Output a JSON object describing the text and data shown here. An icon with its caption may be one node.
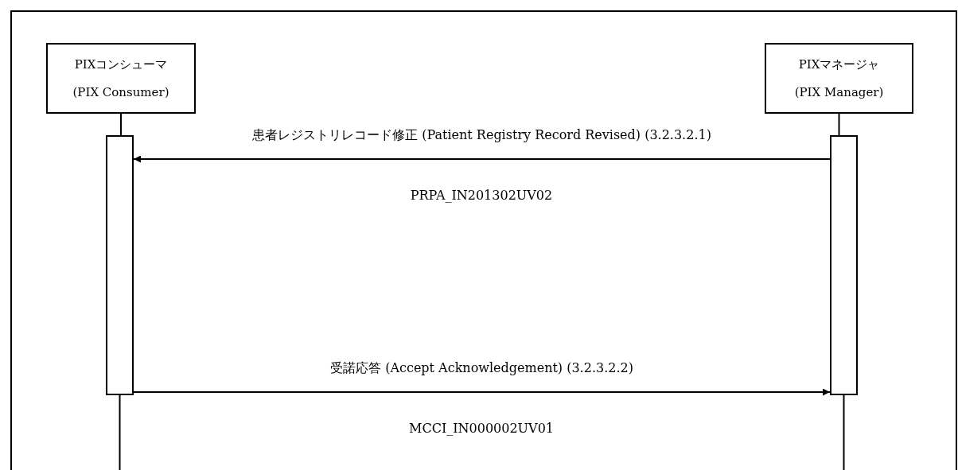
{
  "diagram": {
    "nodes": [
      {
        "text": [
          "PIXコンシューマ",
          "(PIX Consumer)"
        ]
      },
      {
        "text": [
          "PIXマネージャ",
          "(PIX Manager)"
        ]
      },
      {
        "text": [],
        "shape": "bar"
      },
      {
        "text": [],
        "shape": "bar"
      }
    ],
    "edges": [
      {
        "from": 0,
        "to": 2,
        "arrow": "none"
      },
      {
        "from": 1,
        "to": 3,
        "arrow": "none"
      },
      {
        "from": 3,
        "to": 2,
        "arrow": "to",
        "label": "患者レジストリレコード修正 (Patient Registry Record Revised) (3.2.3.2.1)"
      },
      {
        "from": 2,
        "to": 3,
        "arrow": "to",
        "label": "受諾応答 (Accept Acknowledgement) (3.2.3.2.2)"
      },
      {
        "from": 2,
        "to": null,
        "arrow": "none"
      },
      {
        "from": 3,
        "to": null,
        "arrow": "none"
      }
    ],
    "labels": [
      "PRPA_IN201302UV02",
      "MCCI_IN000002UV01"
    ]
  }
}
